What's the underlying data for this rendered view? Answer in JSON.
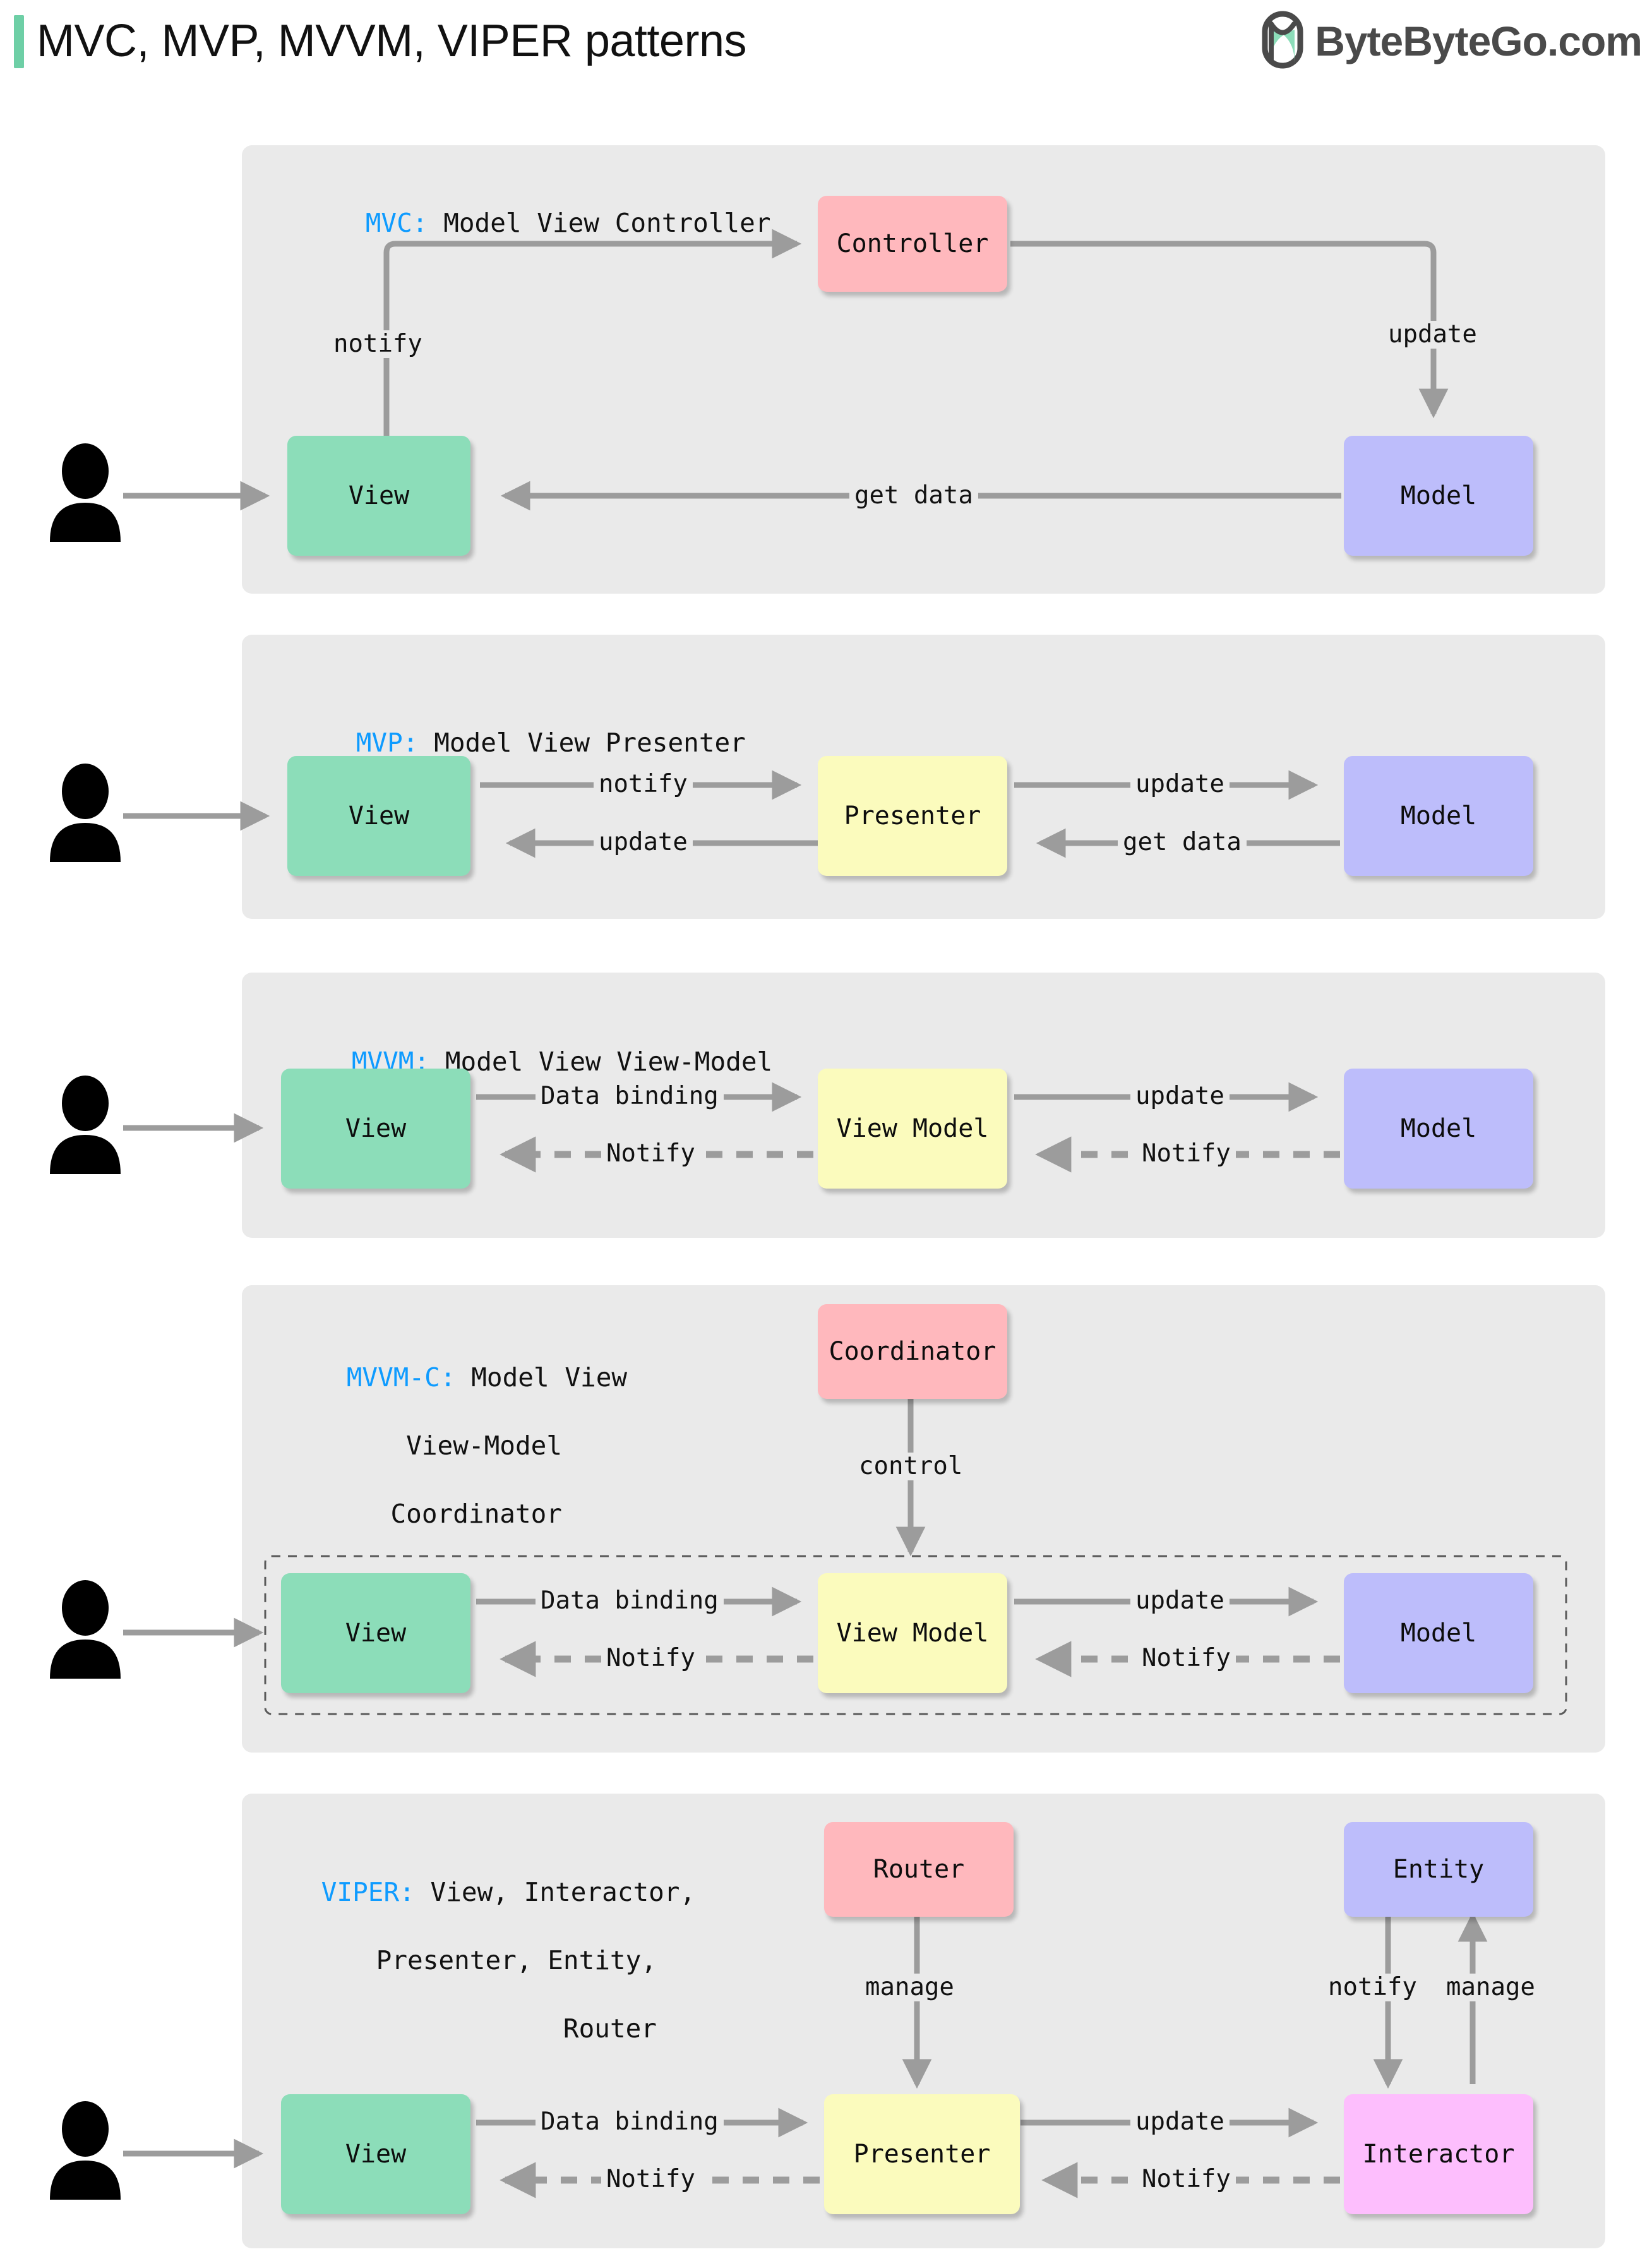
{
  "header": {
    "title": "MVC, MVP, MVVM, VIPER patterns",
    "brand_name": "ByteByteGo.com",
    "brand_logo_icon": "bytebytego-leaf-logo-icon",
    "accent_color": "#6ecfa6",
    "brand_text_color": "#4a4a4a"
  },
  "palette": {
    "panel_bg": "#eaeaea",
    "view_green": "#8cddb9",
    "model_purple": "#bdbdfb",
    "controller_pink": "#ffb8bd",
    "presenter_yellow": "#fbfbbd",
    "interactor_magenta": "#fdbefd",
    "edge_gray": "#9c9c9c",
    "title_key_blue": "#0e9bff"
  },
  "actor": {
    "icon": "user-person-icon",
    "label": ""
  },
  "sections": [
    {
      "id": "mvc",
      "key": "MVC:",
      "expansion": "Model View Controller",
      "nodes": [
        {
          "id": "view",
          "label": "View",
          "color": "view_green"
        },
        {
          "id": "controller",
          "label": "Controller",
          "color": "controller_pink"
        },
        {
          "id": "model",
          "label": "Model",
          "color": "model_purple"
        }
      ],
      "edges": [
        {
          "from": "actor",
          "to": "view",
          "label": "",
          "style": "solid"
        },
        {
          "from": "view",
          "to": "controller",
          "label": "notify",
          "style": "solid"
        },
        {
          "from": "controller",
          "to": "model",
          "label": "update",
          "style": "solid"
        },
        {
          "from": "model",
          "to": "view",
          "label": "get data",
          "style": "solid"
        }
      ]
    },
    {
      "id": "mvp",
      "key": "MVP:",
      "expansion": "Model View Presenter",
      "nodes": [
        {
          "id": "view",
          "label": "View",
          "color": "view_green"
        },
        {
          "id": "presenter",
          "label": "Presenter",
          "color": "presenter_yellow"
        },
        {
          "id": "model",
          "label": "Model",
          "color": "model_purple"
        }
      ],
      "edges": [
        {
          "from": "actor",
          "to": "view",
          "label": "",
          "style": "solid"
        },
        {
          "from": "view",
          "to": "presenter",
          "label": "notify",
          "style": "solid"
        },
        {
          "from": "presenter",
          "to": "view",
          "label": "update",
          "style": "solid"
        },
        {
          "from": "presenter",
          "to": "model",
          "label": "update",
          "style": "solid"
        },
        {
          "from": "model",
          "to": "presenter",
          "label": "get data",
          "style": "solid"
        }
      ]
    },
    {
      "id": "mvvm",
      "key": "MVVM:",
      "expansion": "Model View View-Model",
      "nodes": [
        {
          "id": "view",
          "label": "View",
          "color": "view_green"
        },
        {
          "id": "view_model",
          "label": "View Model",
          "color": "presenter_yellow"
        },
        {
          "id": "model",
          "label": "Model",
          "color": "model_purple"
        }
      ],
      "edges": [
        {
          "from": "actor",
          "to": "view",
          "label": "",
          "style": "solid"
        },
        {
          "from": "view",
          "to": "view_model",
          "label": "Data binding",
          "style": "solid"
        },
        {
          "from": "view_model",
          "to": "view",
          "label": "Notify",
          "style": "dashed"
        },
        {
          "from": "view_model",
          "to": "model",
          "label": "update",
          "style": "solid"
        },
        {
          "from": "model",
          "to": "view_model",
          "label": "Notify",
          "style": "dashed"
        }
      ]
    },
    {
      "id": "mvvmc",
      "key": "MVVM-C:",
      "expansion_lines": [
        "Model View",
        "View-Model",
        "Coordinator"
      ],
      "nodes": [
        {
          "id": "coordinator",
          "label": "Coordinator",
          "color": "controller_pink"
        },
        {
          "id": "view",
          "label": "View",
          "color": "view_green"
        },
        {
          "id": "view_model",
          "label": "View Model",
          "color": "presenter_yellow"
        },
        {
          "id": "model",
          "label": "Model",
          "color": "model_purple"
        }
      ],
      "edges": [
        {
          "from": "coordinator",
          "to": "group",
          "label": "control",
          "style": "solid"
        },
        {
          "from": "actor",
          "to": "view",
          "label": "",
          "style": "solid"
        },
        {
          "from": "view",
          "to": "view_model",
          "label": "Data binding",
          "style": "solid"
        },
        {
          "from": "view_model",
          "to": "view",
          "label": "Notify",
          "style": "dashed"
        },
        {
          "from": "view_model",
          "to": "model",
          "label": "update",
          "style": "solid"
        },
        {
          "from": "model",
          "to": "view_model",
          "label": "Notify",
          "style": "dashed"
        }
      ],
      "group_box": {
        "style": "dashed",
        "label": ""
      }
    },
    {
      "id": "viper",
      "key": "VIPER:",
      "expansion_lines": [
        "View, Interactor,",
        "Presenter, Entity,",
        "Router"
      ],
      "nodes": [
        {
          "id": "router",
          "label": "Router",
          "color": "controller_pink"
        },
        {
          "id": "entity",
          "label": "Entity",
          "color": "model_purple"
        },
        {
          "id": "view",
          "label": "View",
          "color": "view_green"
        },
        {
          "id": "presenter",
          "label": "Presenter",
          "color": "presenter_yellow"
        },
        {
          "id": "interactor",
          "label": "Interactor",
          "color": "interactor_magenta"
        }
      ],
      "edges": [
        {
          "from": "router",
          "to": "presenter",
          "label": "manage",
          "style": "solid"
        },
        {
          "from": "entity",
          "to": "interactor",
          "label": "notify",
          "style": "solid"
        },
        {
          "from": "interactor",
          "to": "entity",
          "label": "manage",
          "style": "solid"
        },
        {
          "from": "actor",
          "to": "view",
          "label": "",
          "style": "solid"
        },
        {
          "from": "view",
          "to": "presenter",
          "label": "Data binding",
          "style": "solid"
        },
        {
          "from": "presenter",
          "to": "view",
          "label": "Notify",
          "style": "dashed"
        },
        {
          "from": "presenter",
          "to": "interactor",
          "label": "update",
          "style": "solid"
        },
        {
          "from": "interactor",
          "to": "presenter",
          "label": "Notify",
          "style": "dashed"
        }
      ]
    }
  ]
}
